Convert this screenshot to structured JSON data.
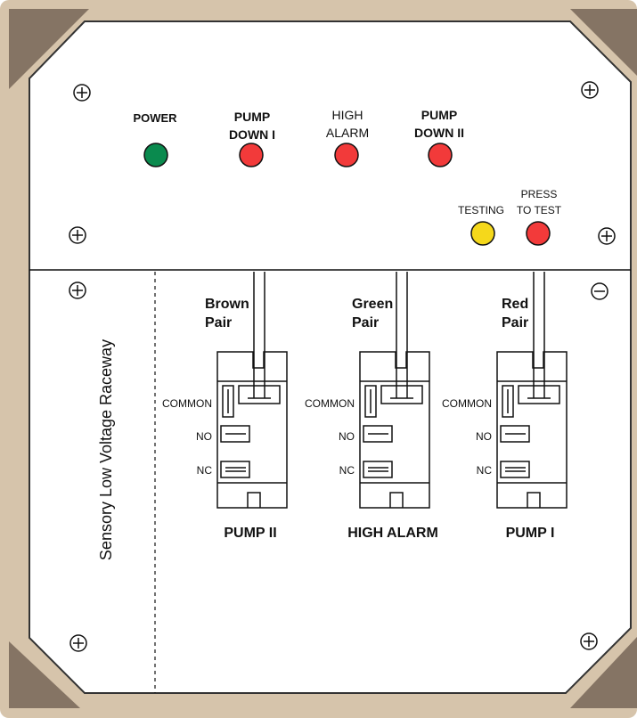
{
  "leds": {
    "power": {
      "label": "POWER",
      "color": "#0a8a4e"
    },
    "pump_down_1": {
      "line1": "PUMP",
      "line2": "DOWN I",
      "color": "#f23a3a"
    },
    "high_alarm": {
      "line1": "HIGH",
      "line2": "ALARM",
      "color": "#f23a3a"
    },
    "pump_down_2": {
      "line1": "PUMP",
      "line2": "DOWN II",
      "color": "#f23a3a"
    },
    "testing": {
      "label": "TESTING",
      "color": "#f5d81b"
    },
    "press_to_test": {
      "line1": "PRESS",
      "line2": "TO TEST",
      "color": "#f23a3a"
    }
  },
  "raceway_label": "Sensory Low Voltage Raceway",
  "terminals": {
    "common": "COMMON",
    "no": "NO",
    "nc": "NC"
  },
  "relays": [
    {
      "wire_line1": "Brown",
      "wire_line2": "Pair",
      "name": "PUMP II"
    },
    {
      "wire_line1": "Green",
      "wire_line2": "Pair",
      "name": "HIGH ALARM"
    },
    {
      "wire_line1": "Red",
      "wire_line2": "Pair",
      "name": "PUMP I"
    }
  ],
  "colors": {
    "frame": "#d6c4ab",
    "corner": "#857464",
    "panel": "#ffffff",
    "line": "#111111"
  },
  "icons": [
    "plus-screw-icon",
    "minus-screw-icon"
  ]
}
